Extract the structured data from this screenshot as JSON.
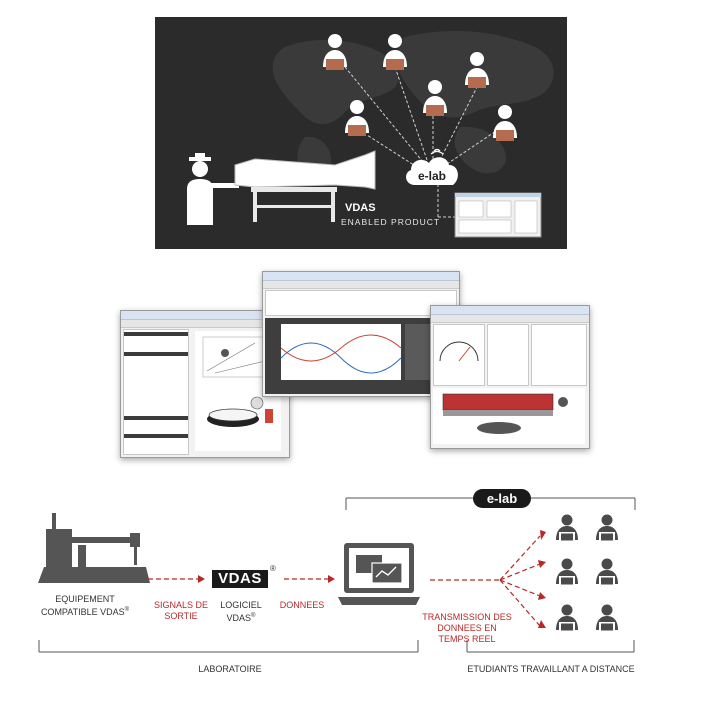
{
  "colors": {
    "panel_bg": "#2b2b2b",
    "accent_red": "#b52a28",
    "icon_dark": "#4a4a4a",
    "person_head": "#ffffff",
    "laptop_top": "#b56b4e",
    "arrow_line": "#c9c9c9"
  },
  "top_panel": {
    "elab_logo": "e-lab",
    "vdas_logo": "VDAS",
    "vdas_badge_caption": "ENABLED PRODUCT"
  },
  "flow": {
    "elab_logo": "e-lab",
    "equipment_label_1": "EQUIPEMENT",
    "equipment_label_2": "COMPATIBLE VDAS",
    "reg_mark": "®",
    "signals_label_1": "SIGNALS DE",
    "signals_label_2": "SORTIE",
    "vdas_logo": "VDAS",
    "software_label_1": "LOGICIEL",
    "software_label_2": "VDAS",
    "data_label": "DONNEES",
    "transmission_label_1": "TRANSMISSION DES",
    "transmission_label_2": "DONNEES EN",
    "transmission_label_3": "TEMPS REEL",
    "lab_label": "LABORATOIRE",
    "students_label": "ETUDIANTS TRAVAILLANT A DISTANCE"
  }
}
